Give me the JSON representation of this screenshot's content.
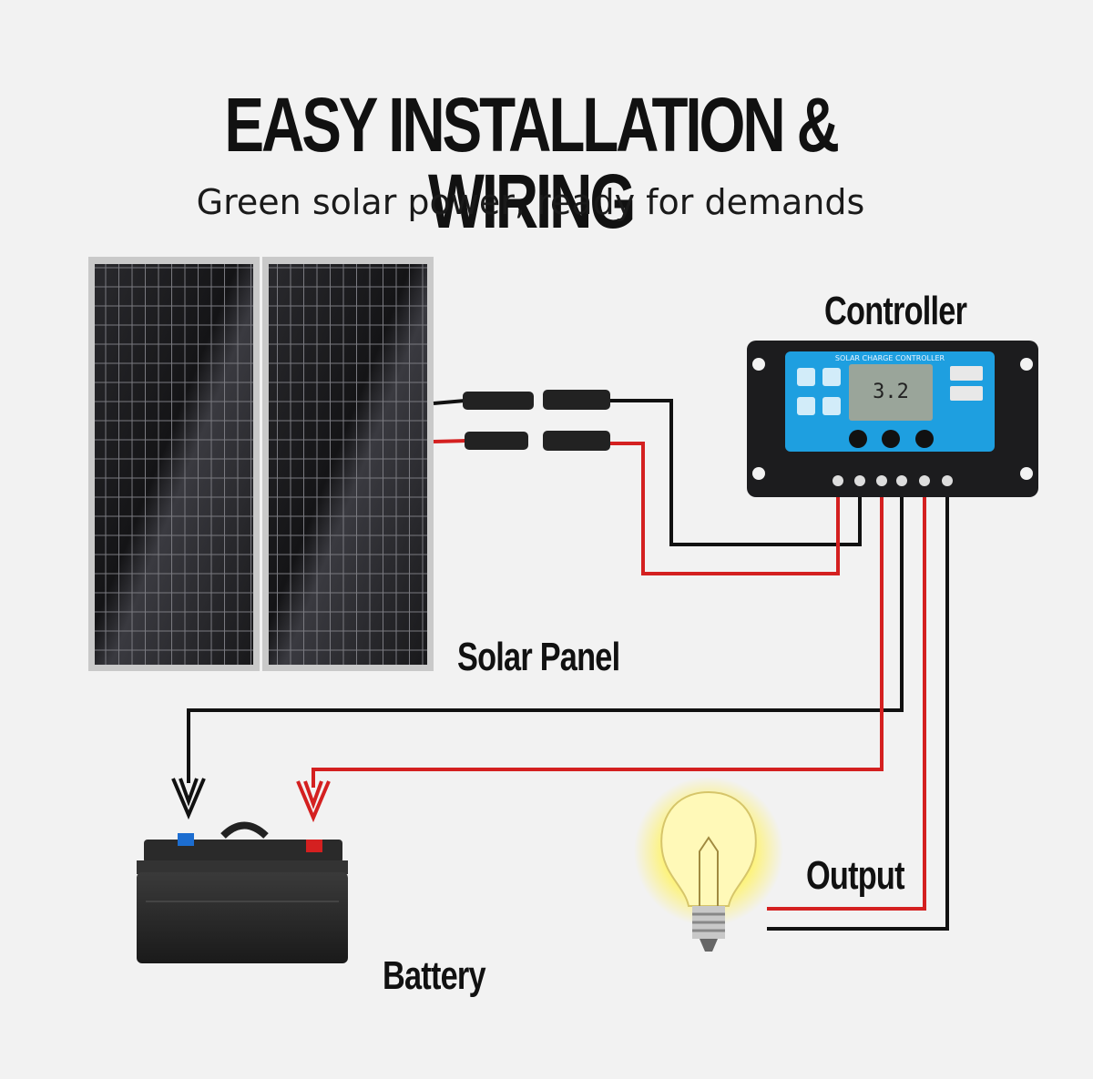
{
  "header": {
    "title": "EASY INSTALLATION & WIRING",
    "subtitle": "Green solar power, ready for demands"
  },
  "labels": {
    "controller": "Controller",
    "solar_panel": "Solar Panel",
    "battery": "Battery",
    "output": "Output"
  },
  "controller": {
    "brand_text": "SOLAR CHARGE CONTROLLER",
    "display_value": "3.2"
  },
  "colors": {
    "background": "#f2f2f2",
    "wire_positive": "#d42020",
    "wire_negative": "#111111",
    "controller_face": "#1e9fe0",
    "bulb_glow": "#fff36a"
  }
}
